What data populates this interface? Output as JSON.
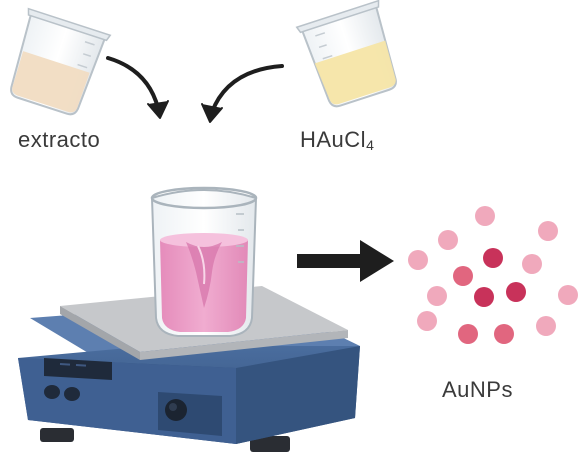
{
  "labels": {
    "extract": "extracto",
    "gold_salt_main": "HAuCl",
    "gold_salt_subscript": "4",
    "product": "AuNPs"
  },
  "colors": {
    "extract_liquid": "#f1dcc2",
    "gold_liquid": "#f6e5a6",
    "reaction_liquid": "#e99cc4",
    "stirrer_body": "#3e5e8c",
    "stirrer_plate": "#c6c8cb",
    "arrow": "#1e1e1e",
    "nanoparticle_dark": "#c8325a",
    "nanoparticle_light": "#f0a9bc"
  },
  "icons": [
    "pouring-beaker-extract-icon",
    "pouring-beaker-gold-salt-icon",
    "curved-arrow-icon",
    "beaker-icon",
    "hot-plate-stirrer-icon",
    "reaction-arrow-icon",
    "nanoparticle-icon"
  ]
}
